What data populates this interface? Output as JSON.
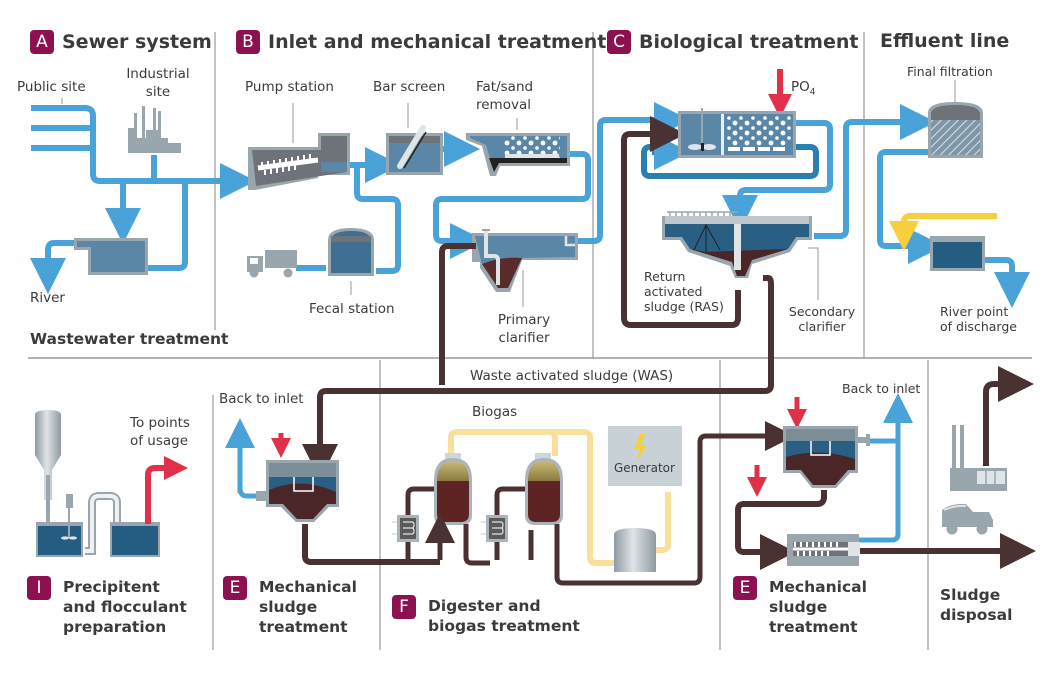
{
  "colors": {
    "water": "#4aa3d8",
    "water_dark": "#2a7fae",
    "sludge": "#4a3232",
    "chemical": "#e0304a",
    "biogas": "#f8df9a",
    "effluent_additive": "#f6cf3a",
    "badge": "#8c1151",
    "equipment_gray": "#9aa6ad",
    "tank_fill": "#5a87a8",
    "divider": "#9a9a9a"
  },
  "sections": {
    "A": {
      "badge": "A",
      "title": "Sewer system"
    },
    "B": {
      "badge": "B",
      "title": "Inlet and mechanical treatment"
    },
    "C": {
      "badge": "C",
      "title": "Biological treatment"
    },
    "effluent": {
      "title": "Effluent line"
    },
    "wastewater": {
      "title": "Wastewater treatment"
    },
    "I": {
      "badge": "I",
      "title": "Precipitent and flocculant preparation",
      "lines": [
        "Precipitent",
        "and flocculant",
        "preparation"
      ]
    },
    "E1": {
      "badge": "E",
      "title": "Mechanical sludge treatment",
      "lines": [
        "Mechanical",
        "sludge",
        "treatment"
      ]
    },
    "F": {
      "badge": "F",
      "title": "Digester and biogas treatment",
      "lines": [
        "Digester and",
        "biogas treatment"
      ]
    },
    "E2": {
      "badge": "E",
      "title": "Mechanical sludge treatment",
      "lines": [
        "Mechanical",
        "sludge",
        "treatment"
      ]
    },
    "disposal": {
      "title": "Sludge disposal",
      "lines": [
        "Sludge",
        "disposal"
      ]
    }
  },
  "labels": {
    "public_site": "Public site",
    "industrial_site": [
      "Industrial",
      "site"
    ],
    "river": "River",
    "pump_station": "Pump station",
    "bar_screen": "Bar screen",
    "fat_sand_removal": [
      "Fat/sand",
      "removal"
    ],
    "fecal_station": "Fecal station",
    "primary_clarifier": [
      "Primary",
      "clarifier"
    ],
    "po4": "PO",
    "po4_sub": "4",
    "ras": [
      "Return",
      "activated",
      "sludge (RAS)"
    ],
    "secondary_clarifier": [
      "Secondary",
      "clarifier"
    ],
    "final_filtration": "Final filtration",
    "river_discharge": [
      "River point",
      "of discharge"
    ],
    "was": "Waste activated sludge (WAS)",
    "to_points_of_usage": [
      "To points",
      "of usage"
    ],
    "back_to_inlet_left": "Back to inlet",
    "biogas": "Biogas",
    "generator": "Generator",
    "back_to_inlet_right": "Back to inlet"
  },
  "icons": {
    "generator": "lightning-bolt-icon",
    "truck": "truck-icon",
    "factory": "factory-icon",
    "dump_truck": "dump-truck-icon"
  }
}
